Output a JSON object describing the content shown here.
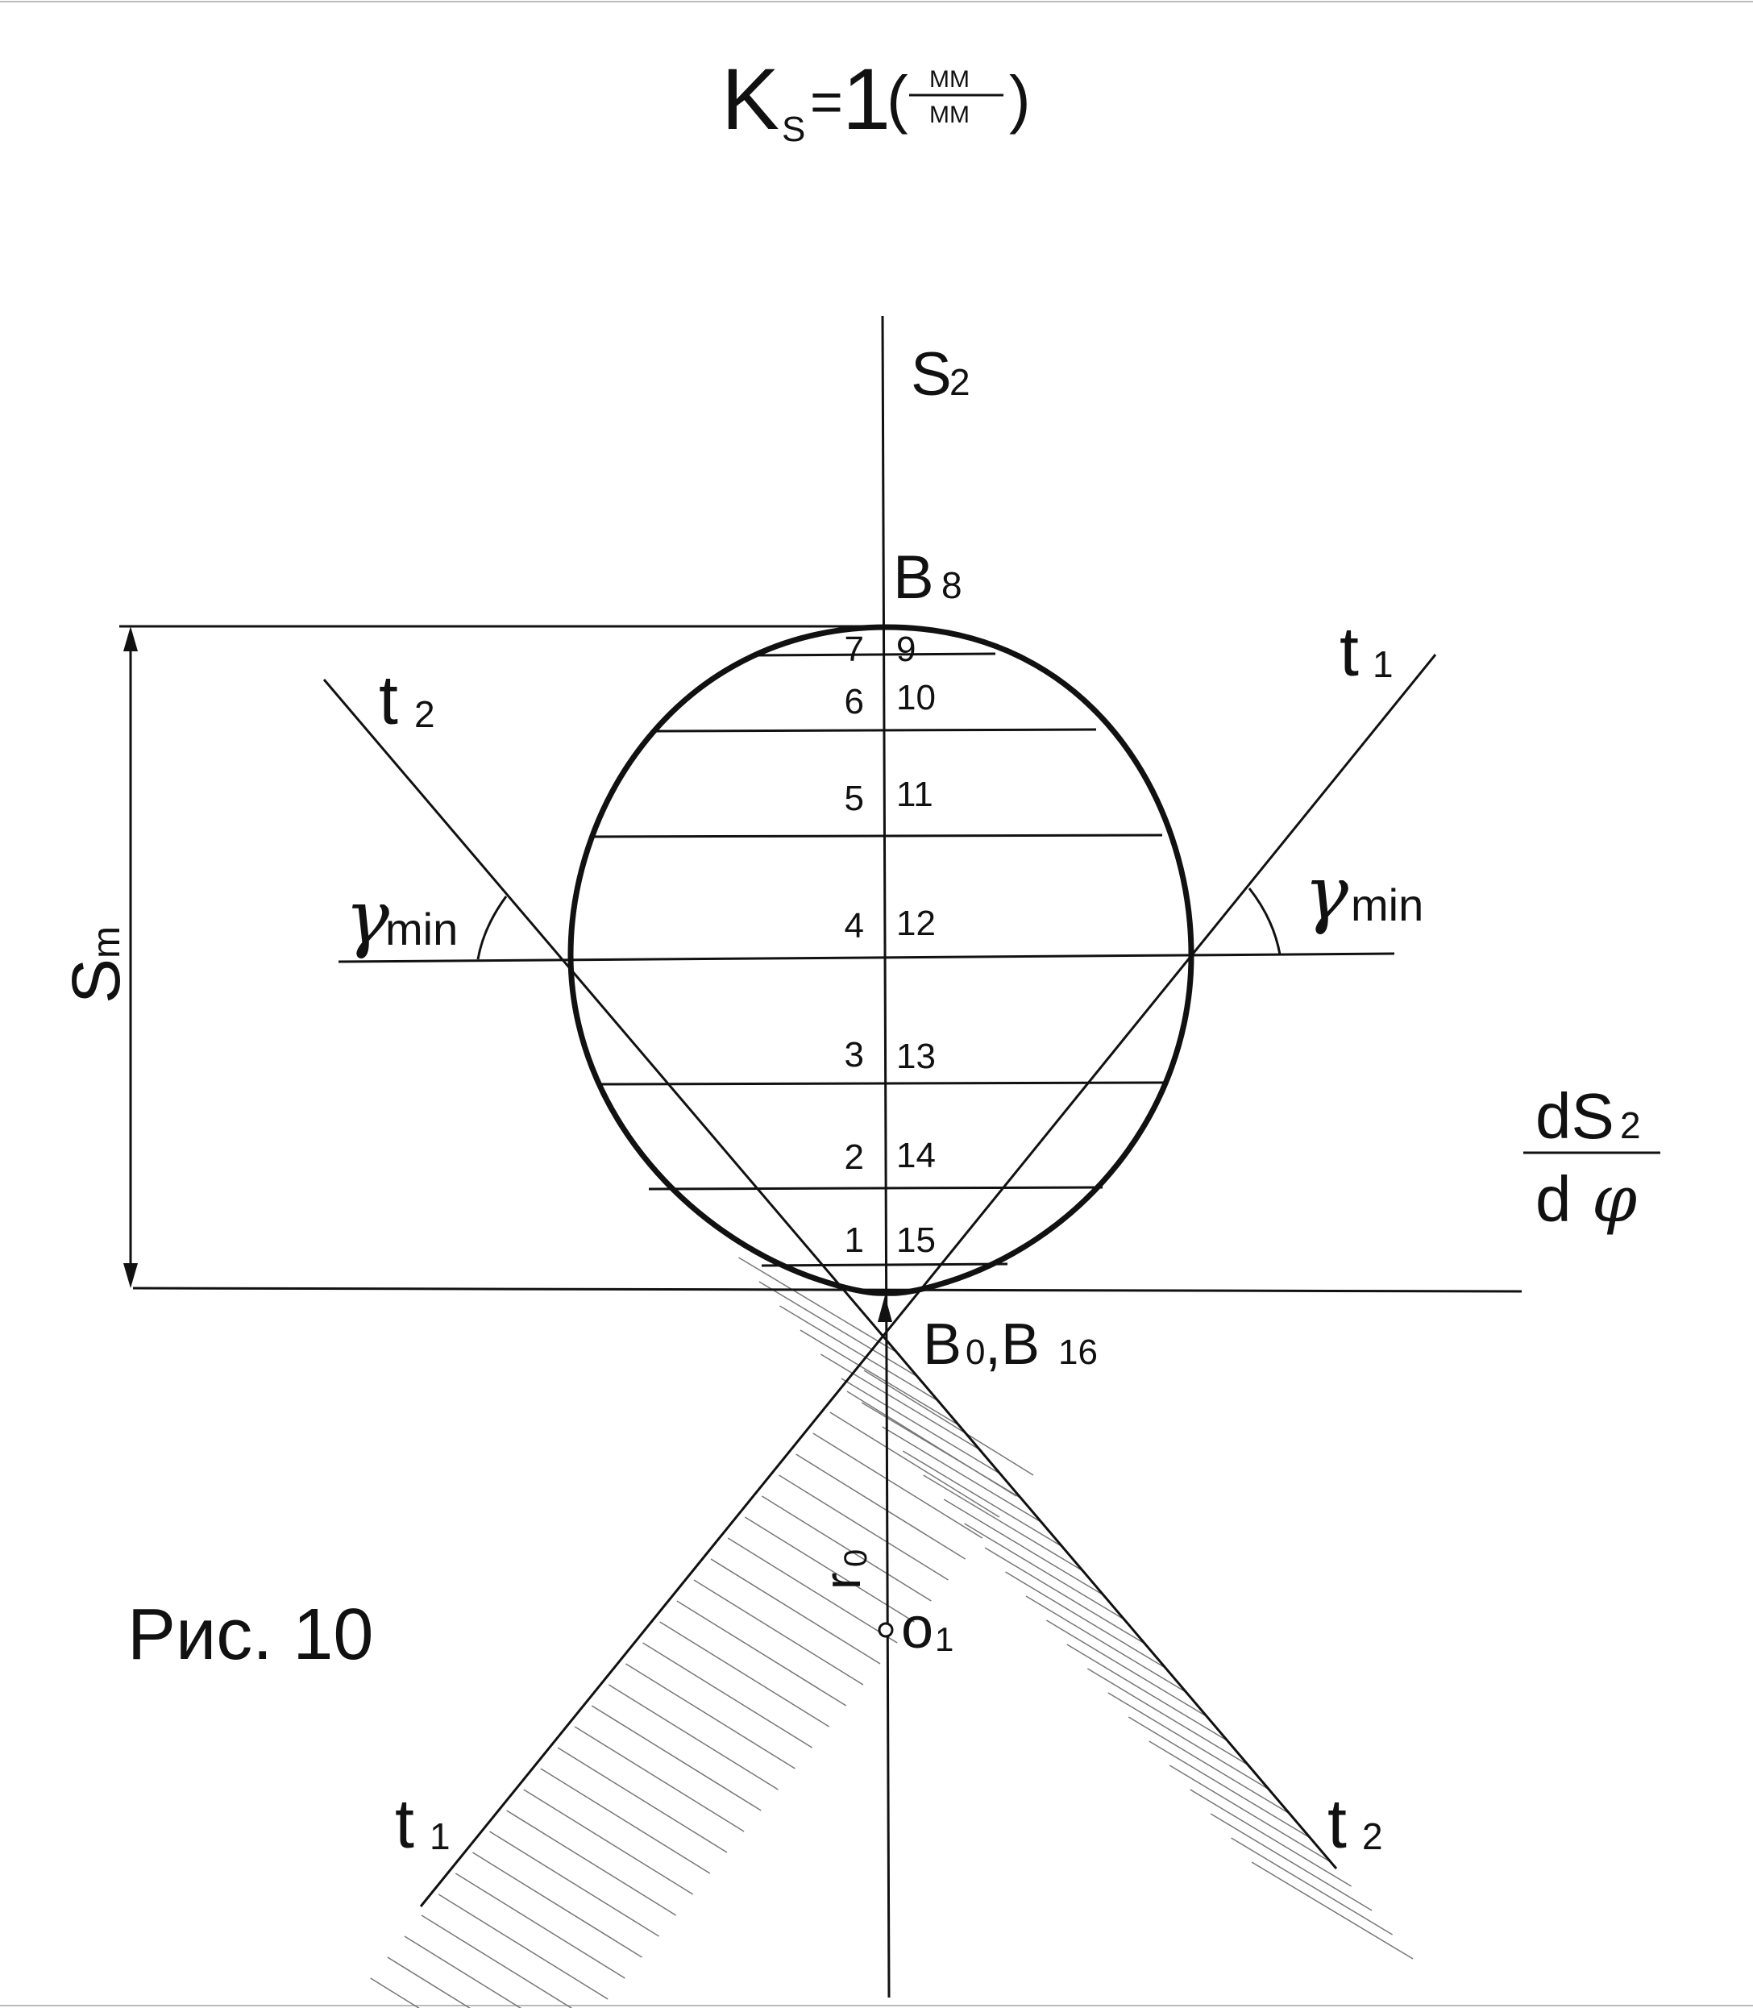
{
  "formula": {
    "K": "K",
    "sub_s": "S",
    "equals": "=",
    "value": "1",
    "open_paren": "(",
    "numerator": "ММ",
    "denominator": "ММ",
    "close_paren": ")"
  },
  "labels": {
    "s2_axis": "S",
    "s2_axis_sub": "2",
    "b8": "B",
    "b8_sub": "8",
    "b0_b16_b": "B",
    "b0_sub": "0",
    "b0_b16_comma": ",B",
    "b16_sub": "16",
    "t1_top": "t",
    "t1_top_sub": "1",
    "t2_top": "t",
    "t2_top_sub": "2",
    "t1_bottom": "t",
    "t1_bottom_sub": "1",
    "t2_bottom": "t",
    "t2_bottom_sub": "2",
    "gamma_left": "γ",
    "gamma_left_sub": "min",
    "gamma_right": "γ",
    "gamma_right_sub": "min",
    "sm": "S",
    "sm_sub": "m",
    "r0": "r",
    "r0_sub": "0",
    "o1": "o",
    "o1_sub": "1",
    "ds2_num_d": "dS",
    "ds2_num_sub": "2",
    "ds2_den_d": "d",
    "ds2_den_phi": "φ",
    "figure_caption": "Рис. 10"
  },
  "left_numbers": [
    "7",
    "6",
    "5",
    "4",
    "3",
    "2",
    "1"
  ],
  "right_numbers": [
    "9",
    "10",
    "11",
    "12",
    "13",
    "14",
    "15"
  ],
  "colors": {
    "ink": "#111111",
    "hatch": "#777777",
    "background": "#ffffff"
  }
}
